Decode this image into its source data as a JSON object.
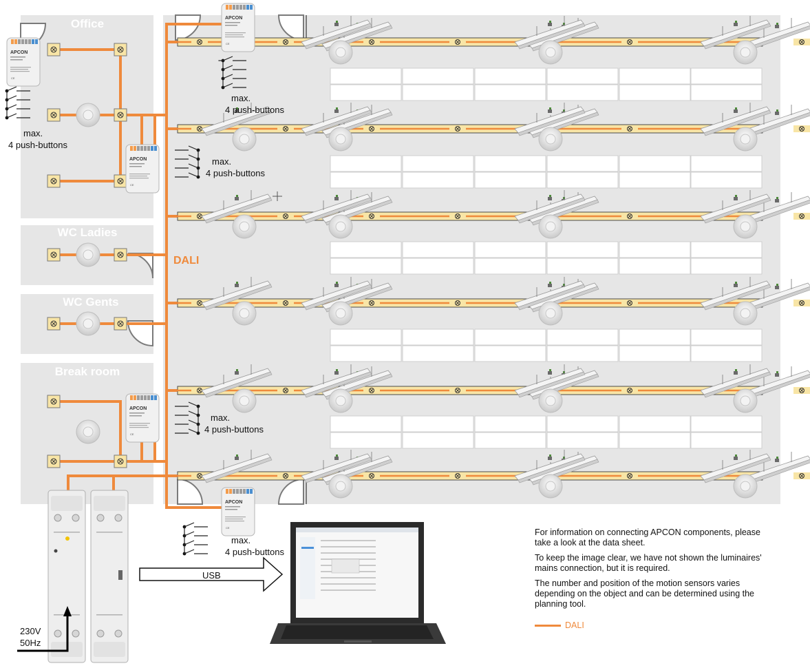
{
  "colors": {
    "dali": "#ef8a3c",
    "room_fill": "#e6e6e6",
    "junction_fill": "#f8e5a6",
    "desk_fill": "#ffffff"
  },
  "rooms": {
    "office": "Office",
    "wc_ladies": "WC Ladies",
    "wc_gents": "WC Gents",
    "break_room": "Break room"
  },
  "pushbuttons": {
    "line1": "max.",
    "line2": "4 push-buttons"
  },
  "bus_label": "DALI",
  "usb_label": "USB",
  "power": {
    "voltage": "230V",
    "frequency": "50Hz"
  },
  "device_brand": "APCON",
  "notes": [
    "For information on connecting APCON components, please take a look at the data sheet.",
    "To keep the image clear, we have not shown the luminaires' mains connection, but it is required.",
    "The number and position of the motion sensors varies depending on the object and can be determined using the planning tool."
  ],
  "legend": {
    "dali": "DALI"
  },
  "icons": {
    "junction": "junction-box-icon",
    "motion_sensor": "motion-sensor-icon",
    "luminaire": "linear-luminaire-icon",
    "pushbutton": "pushbutton-switch-icon",
    "laptop": "laptop-icon",
    "usb_arrow": "arrow-right-icon"
  }
}
